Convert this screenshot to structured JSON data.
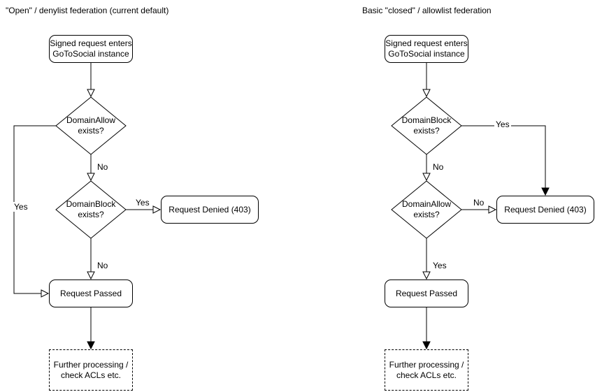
{
  "colors": {
    "stroke": "#000000",
    "canvas": "#ffffff"
  },
  "left": {
    "title": "\"Open\" / denylist federation (current default)",
    "start_label": "Signed request enters\nGoToSocial instance",
    "decision1_label": "DomainAllow\nexists?",
    "decision1_no": "No",
    "decision1_yes": "Yes",
    "decision2_label": "DomainBlock\nexists?",
    "decision2_yes": "Yes",
    "decision2_no": "No",
    "denied_label": "Request Denied (403)",
    "passed_label": "Request Passed",
    "further_label": "Further processing /\ncheck ACLs etc."
  },
  "right": {
    "title": "Basic \"closed\" / allowlist federation",
    "start_label": "Signed request enters\nGoToSocial instance",
    "decision1_label": "DomainBlock\nexists?",
    "decision1_yes": "Yes",
    "decision1_no": "No",
    "decision2_label": "DomainAllow\nexists?",
    "decision2_no": "No",
    "decision2_yes": "Yes",
    "denied_label": "Request Denied (403)",
    "passed_label": "Request Passed",
    "further_label": "Further processing /\ncheck ACLs etc."
  }
}
